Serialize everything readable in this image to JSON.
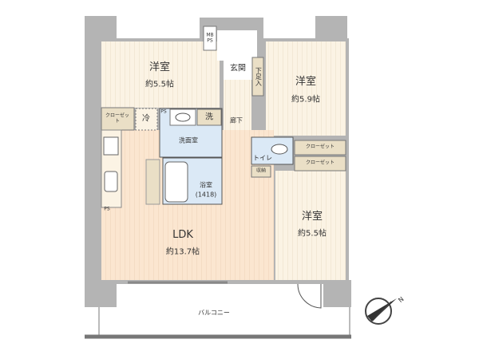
{
  "rooms": {
    "bedroom_nw": {
      "name": "洋室",
      "area": "約5.5帖"
    },
    "bedroom_ne": {
      "name": "洋室",
      "area": "約5.9帖"
    },
    "bedroom_se": {
      "name": "洋室",
      "area": "約5.5帖"
    },
    "ldk": {
      "name": "LDK",
      "area": "約13.7帖"
    },
    "entrance": "玄関",
    "shoe_storage": "下足入",
    "hallway": "廊下",
    "washroom": "洗面室",
    "laundry": "洗",
    "fridge": "冷",
    "bathroom": {
      "name": "浴室",
      "size": "(1418)"
    },
    "toilet": "トイレ",
    "storage": "収納",
    "closet_left": "クローゼット",
    "closet_1": "クローゼット",
    "closet_2": "クローゼット",
    "balcony": "バルコニー",
    "mbps": "MB PS",
    "ps_small": "PS",
    "ps_kitchen": "PS"
  },
  "compass": {
    "label": "N"
  },
  "colors": {
    "wall": "#b4b4b4",
    "wood": "#fbf3e4",
    "ldk": "#fbe6d0",
    "wet": "#dbe9f6",
    "closet": "#eadfc6",
    "line": "#555555"
  }
}
